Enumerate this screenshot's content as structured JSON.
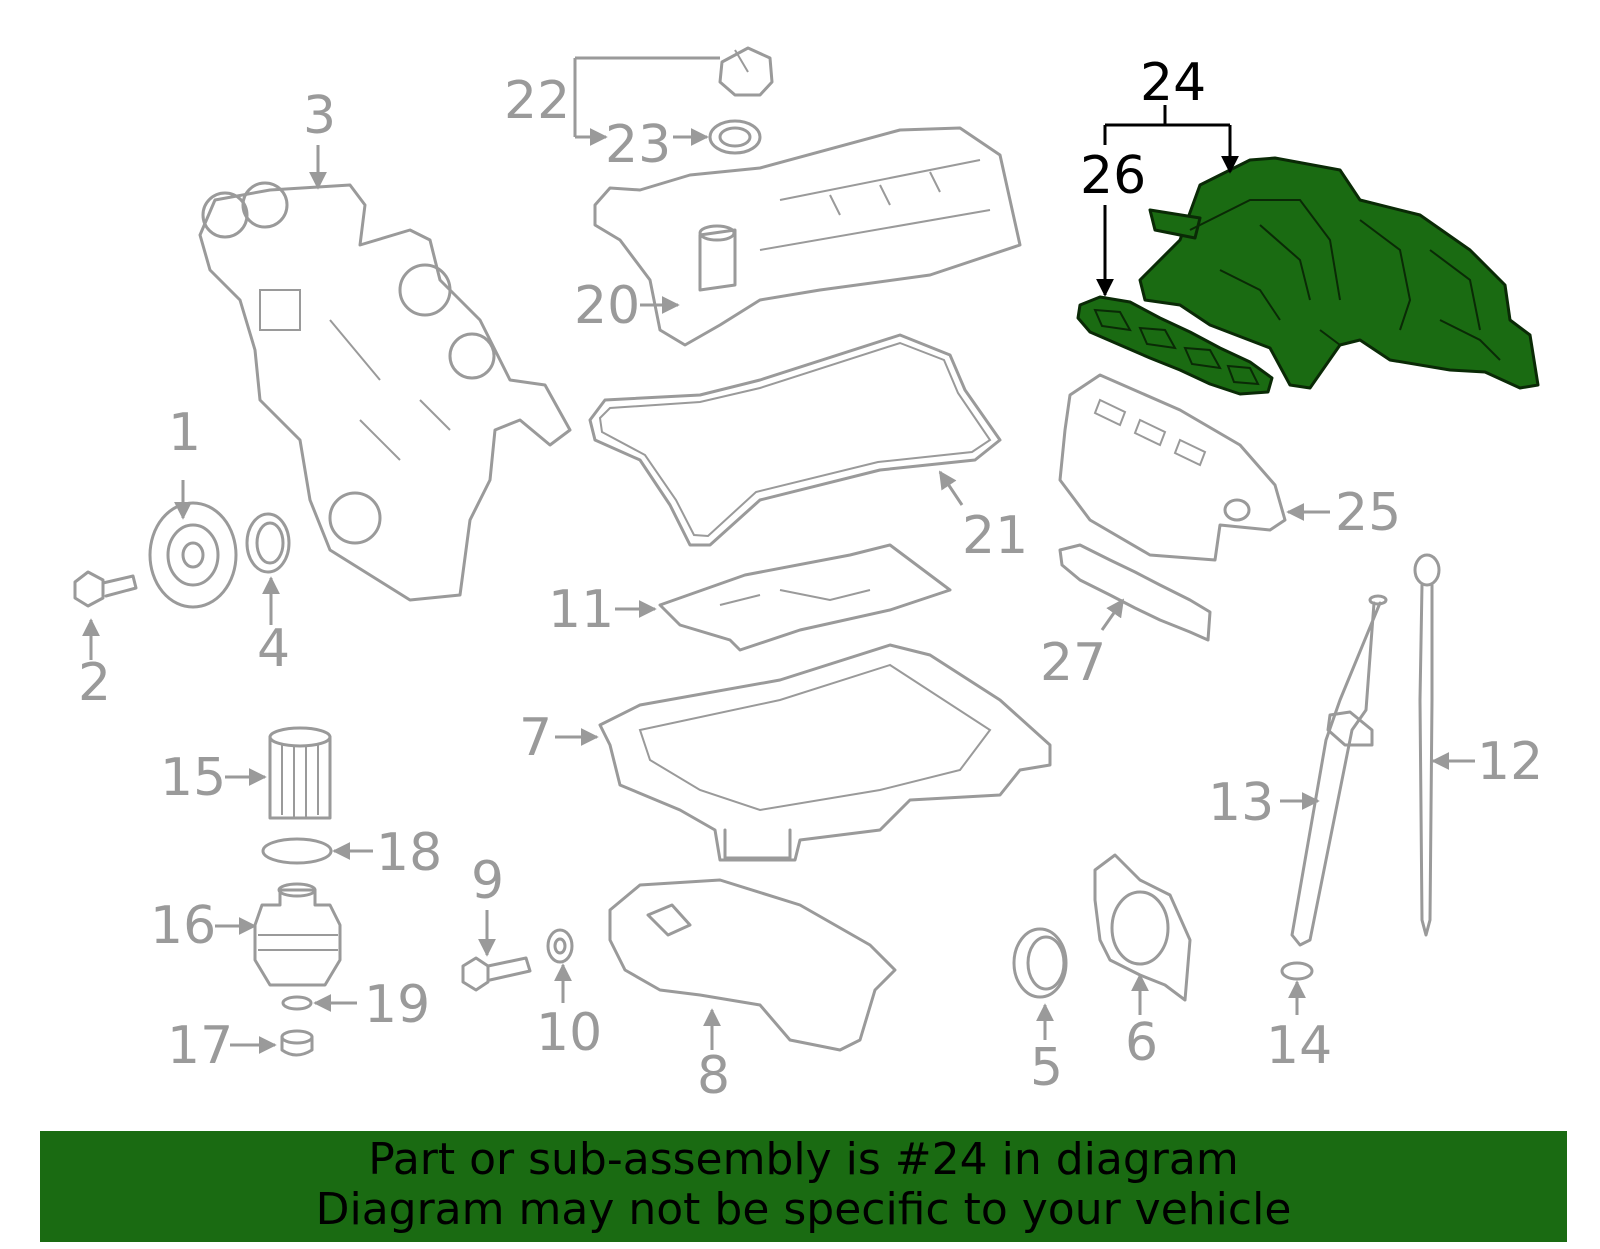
{
  "callouts": {
    "c1": "1",
    "c2": "2",
    "c3": "3",
    "c4": "4",
    "c5": "5",
    "c6": "6",
    "c7": "7",
    "c8": "8",
    "c9": "9",
    "c10": "10",
    "c11": "11",
    "c12": "12",
    "c13": "13",
    "c14": "14",
    "c15": "15",
    "c16": "16",
    "c17": "17",
    "c18": "18",
    "c19": "19",
    "c20": "20",
    "c21": "21",
    "c22": "22",
    "c23": "23",
    "c24": "24",
    "c25": "25",
    "c26": "26",
    "c27": "27"
  },
  "highlight": {
    "part_number": "24",
    "color": "#1a6b12"
  },
  "banner": {
    "line1": "Part or sub-assembly is #24 in diagram",
    "line2": "Diagram may not be specific to your vehicle"
  }
}
